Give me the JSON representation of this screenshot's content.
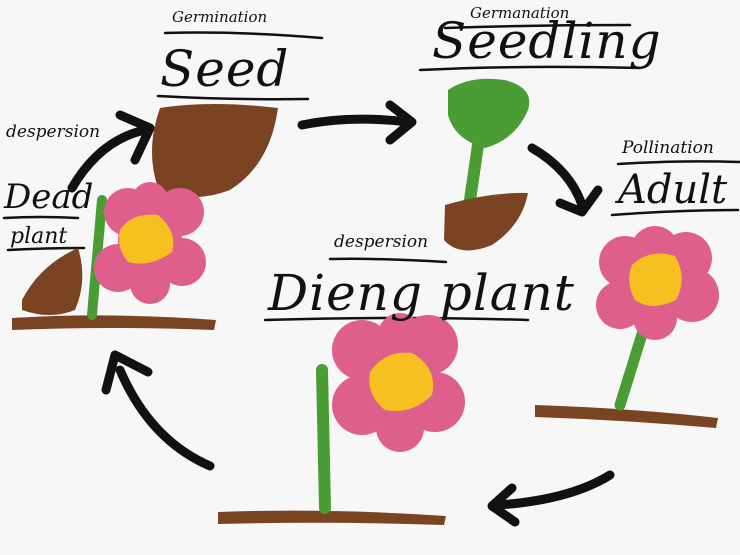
{
  "colors": {
    "ink": "#111111",
    "seed_brown": "#7a4423",
    "stem_green": "#4a9c34",
    "petal_pink": "#df5f8c",
    "center_yellow": "#f5c020",
    "background": "#f7f7f7"
  },
  "labels": {
    "seed_stage": {
      "caption": "Germination",
      "title": "Seed"
    },
    "seedling_stage": {
      "caption": "Germanation",
      "title": "Seedling"
    },
    "adult_stage": {
      "caption": "Pollination",
      "title": "Adult"
    },
    "dieing_stage": {
      "caption": "despersion",
      "title": "Dieng plant"
    },
    "dead_stage": {
      "title_line1": "Dead",
      "title_line2": "plant"
    },
    "dispersal_note": "despersion"
  }
}
